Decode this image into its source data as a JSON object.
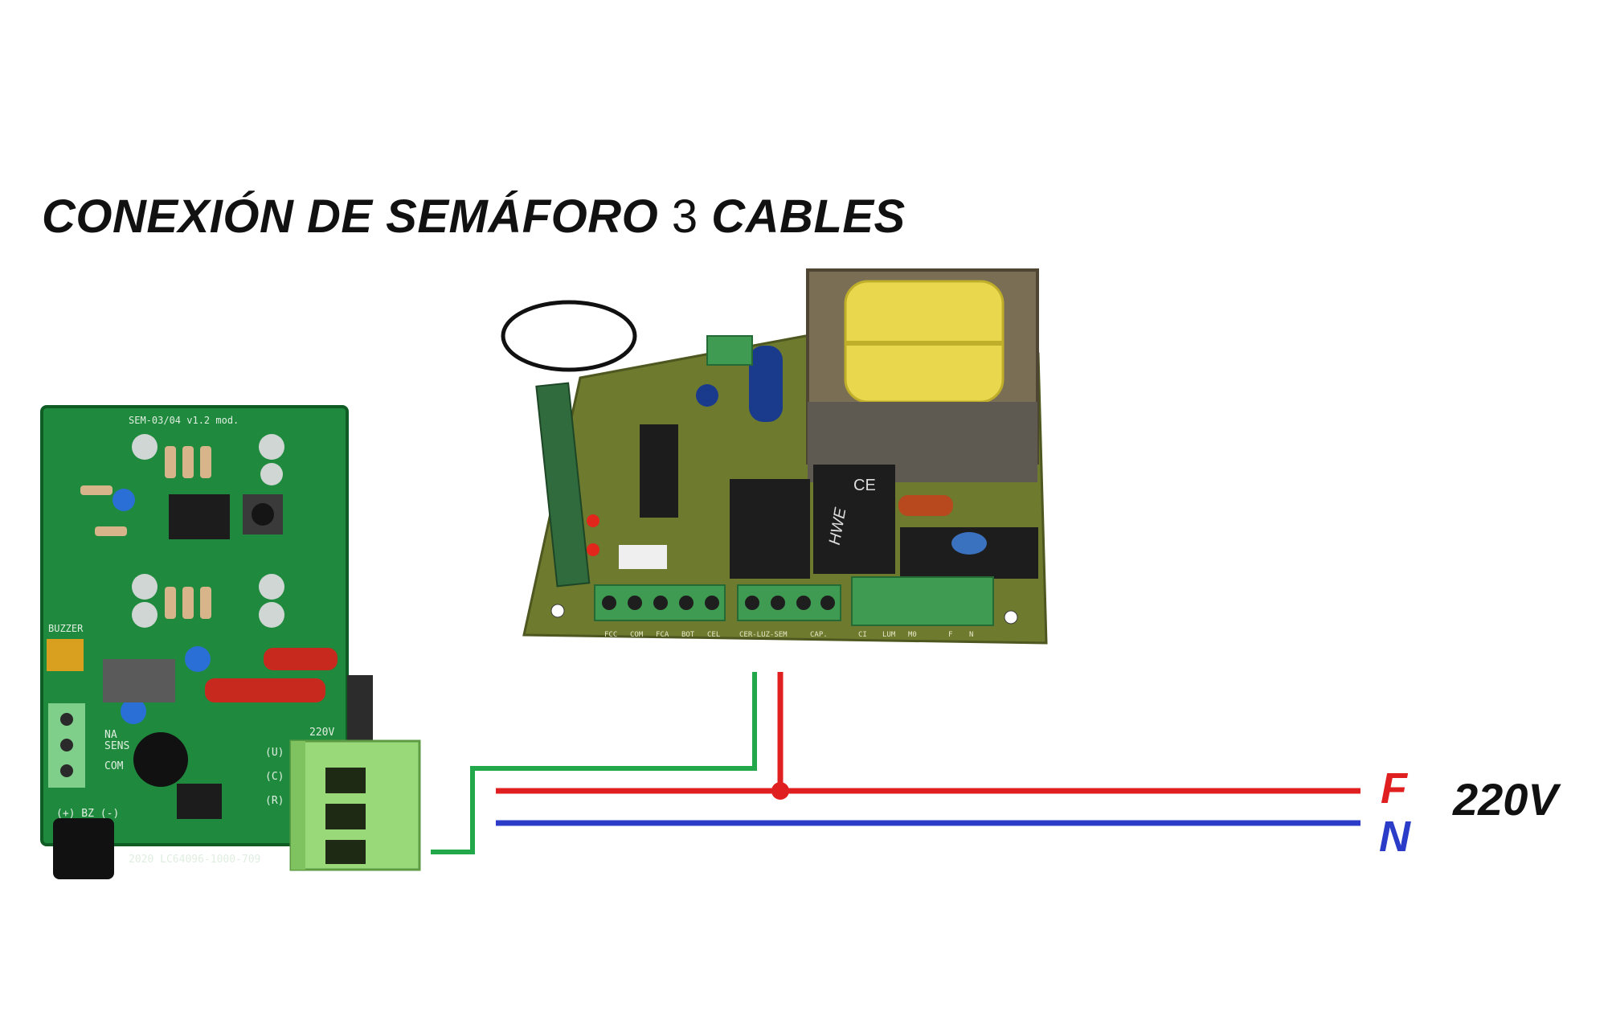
{
  "title": {
    "text_before": "CONEXIÓN DE SEMÁFORO ",
    "number": "3",
    "text_after": " CABLES"
  },
  "lines": {
    "phase_label": "F",
    "neutral_label": "N",
    "voltage_label": "220V",
    "phase_color": "#e02020",
    "neutral_color": "#2a3cc8",
    "control_color": "#22a84a"
  },
  "semaphore_board": {
    "silk_title": "SEM-03/04 v1.2 mod.",
    "silk_bottom": "2020   LC64096-1000-709",
    "silk_terminals": [
      "220V",
      "(U)",
      "(C)",
      "(R)"
    ],
    "silk_buzzer": "BUZZER",
    "silk_buzzer_pol": "(+)  BZ  (-)",
    "silk_sensor": [
      "NA",
      "SENS",
      "COM"
    ]
  },
  "controller_board": {
    "terminal_labels": [
      "FCC",
      "COM",
      "FCA",
      "BOT",
      "CEL",
      "CER-LUZ-SEM",
      "",
      "CAP.",
      "CI",
      "LUM",
      "M0",
      "F",
      "N"
    ],
    "relay_text": "HWE",
    "ce_mark": "CE"
  }
}
